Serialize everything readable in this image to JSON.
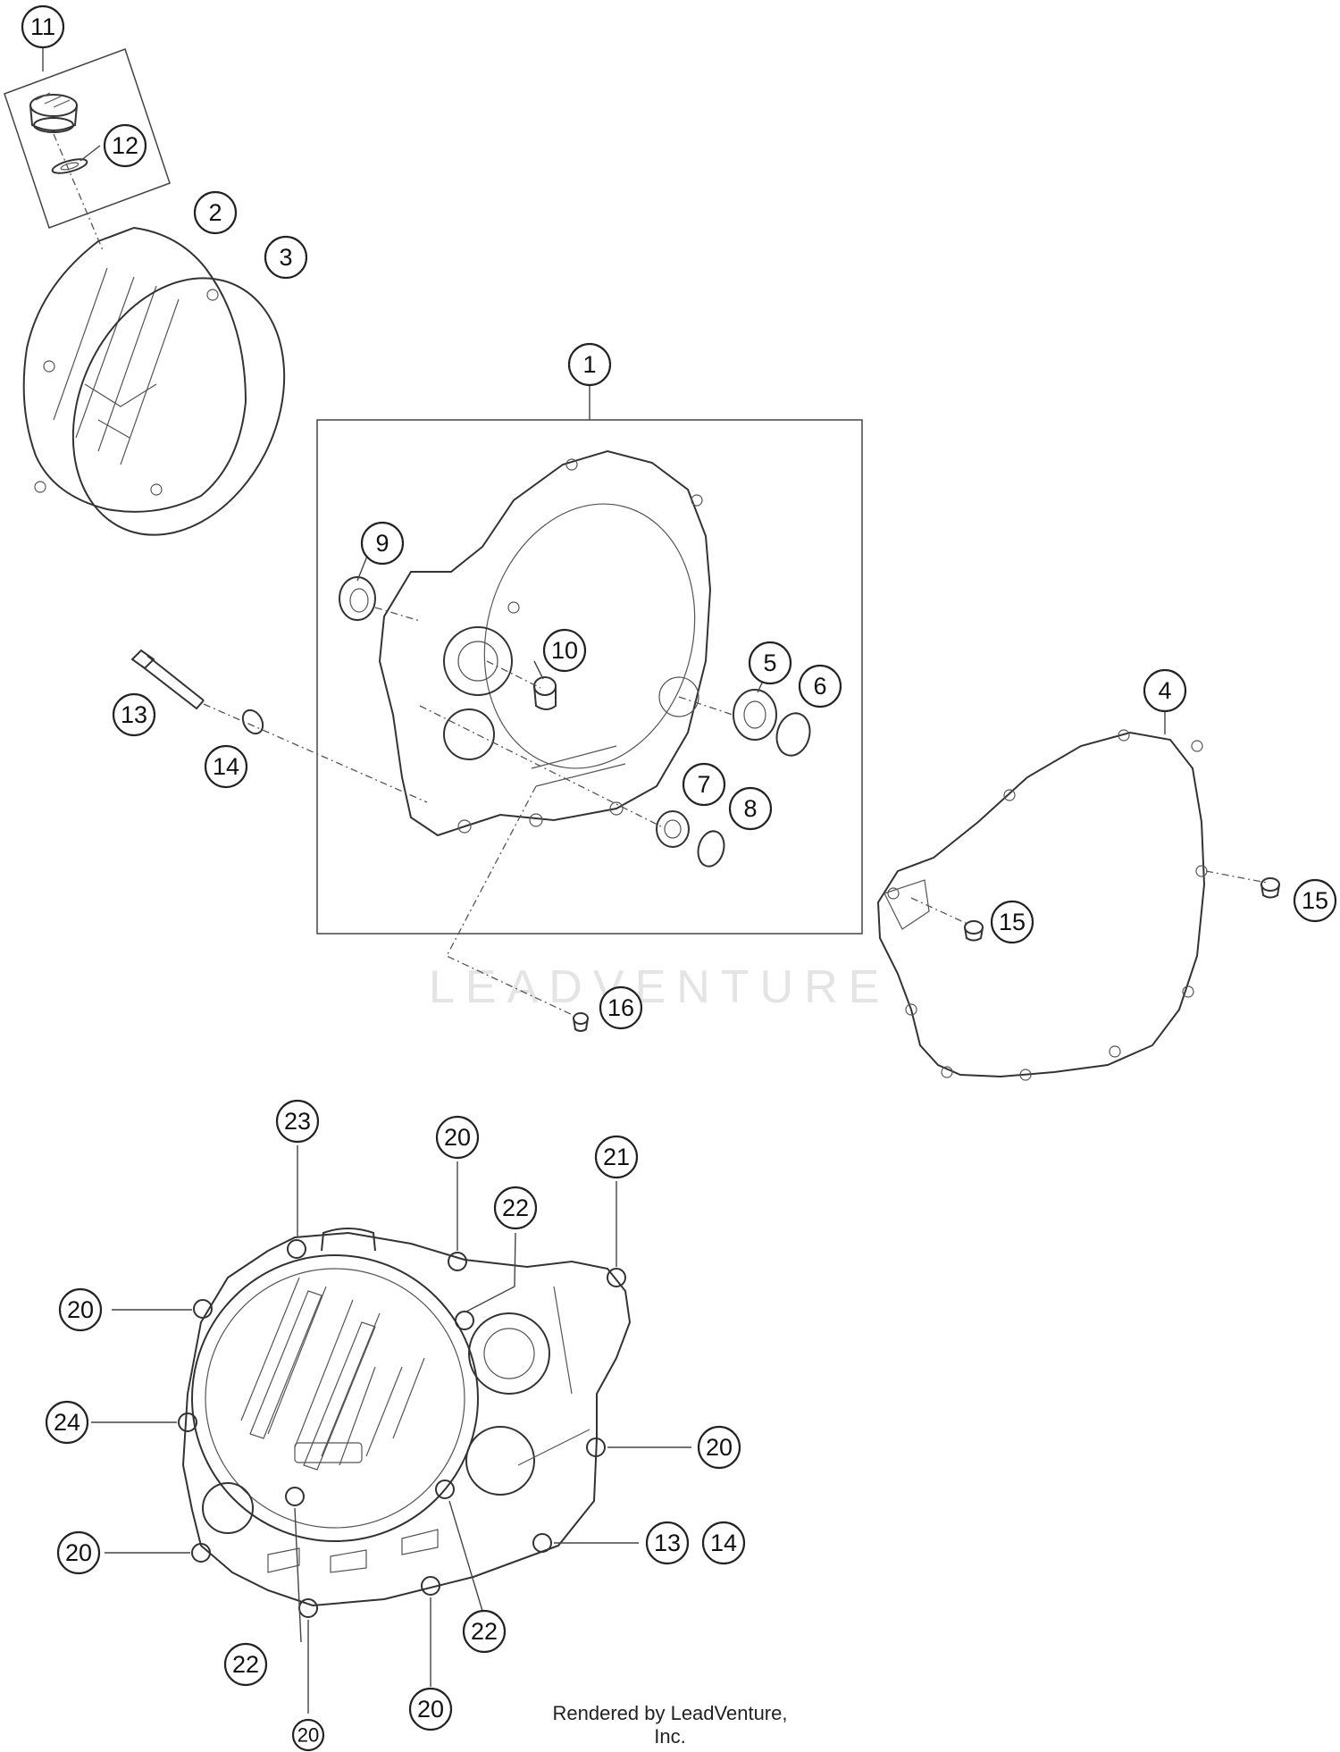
{
  "callouts": [
    {
      "id": "c11a",
      "label": "11"
    },
    {
      "id": "c12",
      "label": "12"
    },
    {
      "id": "c2",
      "label": "2"
    },
    {
      "id": "c3",
      "label": "3"
    },
    {
      "id": "c1",
      "label": "1"
    },
    {
      "id": "c9",
      "label": "9"
    },
    {
      "id": "c10",
      "label": "10"
    },
    {
      "id": "c5",
      "label": "5"
    },
    {
      "id": "c6",
      "label": "6"
    },
    {
      "id": "c4",
      "label": "4"
    },
    {
      "id": "c13a",
      "label": "13"
    },
    {
      "id": "c14a",
      "label": "14"
    },
    {
      "id": "c7",
      "label": "7"
    },
    {
      "id": "c8",
      "label": "8"
    },
    {
      "id": "c15a",
      "label": "15"
    },
    {
      "id": "c15b",
      "label": "15"
    },
    {
      "id": "c16",
      "label": "16"
    },
    {
      "id": "c23",
      "label": "23"
    },
    {
      "id": "c20a",
      "label": "20"
    },
    {
      "id": "c21",
      "label": "21"
    },
    {
      "id": "c22a",
      "label": "22"
    },
    {
      "id": "c20b",
      "label": "20"
    },
    {
      "id": "c24",
      "label": "24"
    },
    {
      "id": "c20c",
      "label": "20"
    },
    {
      "id": "c20d",
      "label": "20"
    },
    {
      "id": "c13b",
      "label": "13"
    },
    {
      "id": "c14b",
      "label": "14"
    },
    {
      "id": "c22b",
      "label": "22"
    },
    {
      "id": "c22c",
      "label": "22"
    },
    {
      "id": "c20e",
      "label": "20"
    },
    {
      "id": "c20f",
      "label": "20"
    }
  ],
  "watermark": "LEADVENTURE",
  "footer": "Rendered by LeadVenture, Inc.",
  "colors": {
    "line": "#333333",
    "background": "#ffffff"
  }
}
